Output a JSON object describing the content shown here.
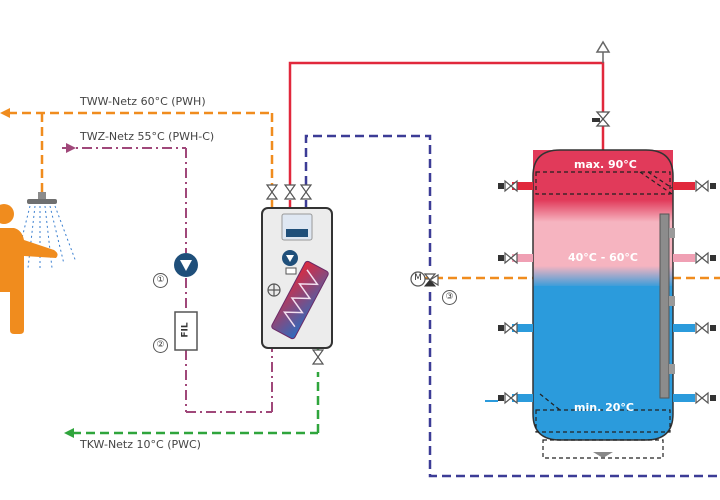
{
  "labels": {
    "tww": "TWW-Netz 60°C (PWH)",
    "twz": "TWZ-Netz 55°C (PWH-C)",
    "tkw": "TKW-Netz 10°C (PWC)",
    "tank_top": "max. 90°C",
    "tank_mid": "40°C - 60°C",
    "tank_bottom": "min. 20°C",
    "fil": "FIL",
    "motor": "M"
  },
  "markers": {
    "pump": "①",
    "filter": "②",
    "mixing_valve": "③"
  },
  "colors": {
    "hot_water": "#f08c1e",
    "circulation": "#a0487a",
    "cold_water": "#2fa53c",
    "heating_flow": "#e1283c",
    "heating_return": "#3c3c96",
    "tank_hot": "#e13a5a",
    "tank_warm": "#f6b4c0",
    "tank_cold": "#2b9bdc",
    "person": "#f08c1e",
    "pump": "#1f4f7a",
    "sensor_rail": "#8c8c8c"
  },
  "icons": [
    "person-icon",
    "shower-icon",
    "pump-icon",
    "filter-icon",
    "valve-icon",
    "motor-valve-icon",
    "vent-icon",
    "heat-exchanger-icon"
  ]
}
